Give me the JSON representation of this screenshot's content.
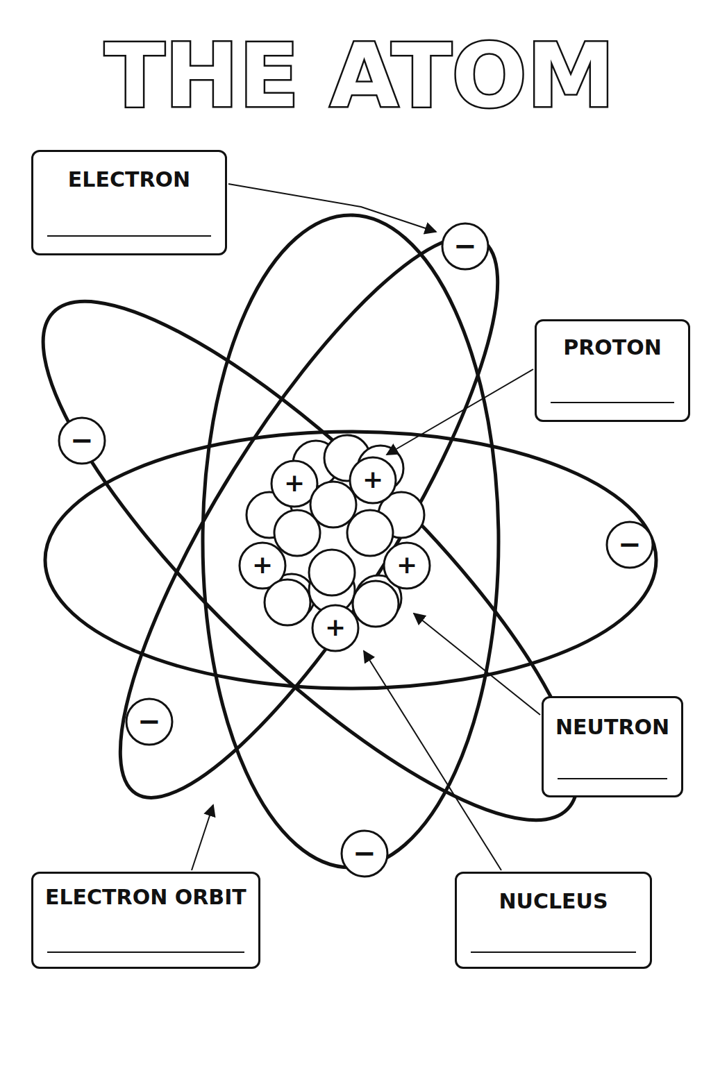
{
  "diagram": {
    "title": "THE ATOM",
    "nodes": [
      {
        "text": [
          "ELECTRON"
        ]
      },
      {
        "text": [
          "PROTON"
        ]
      },
      {
        "text": [
          "NEUTRON"
        ]
      },
      {
        "text": [
          "ELECTRON ORBIT"
        ]
      },
      {
        "text": [
          "NUCLEUS"
        ]
      }
    ],
    "labels": [
      "−",
      "−",
      "−",
      "−",
      "−",
      "+",
      "+",
      "+",
      "+",
      "+"
    ]
  }
}
